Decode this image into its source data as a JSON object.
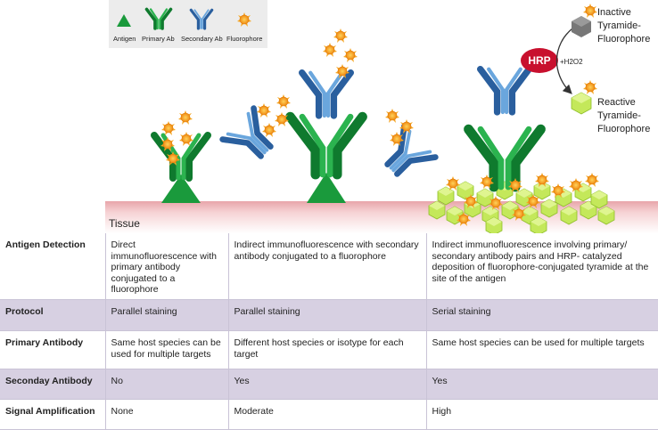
{
  "legend": {
    "antigen": "Antigen",
    "primary_ab": "Primary Ab",
    "secondary_ab": "Secondary Ab",
    "fluorophore": "Fluorophore"
  },
  "tissue_label": "Tissue",
  "hrp_label": "HRP",
  "h2o2_label": "+H2O2",
  "inactive_label": [
    "Inactive",
    "Tyramide-",
    "Fluorophore"
  ],
  "reactive_label": [
    "Reactive",
    "Tyramide-",
    "Fluorophore"
  ],
  "colors": {
    "antigen_green": "#1a9a3c",
    "primary_green": "#1e8f3d",
    "secondary_blue": "#3d7fc0",
    "fluorophore_orange": "#f5a623",
    "hrp_red": "#c8102e",
    "tyramide_gray": "#777777",
    "tyramide_green": "#b7e04a",
    "table_shade": "#d7d0e2"
  },
  "table": {
    "rows": [
      {
        "label": "Antigen Detection",
        "cells": [
          "Direct immunofluorescence with primary antibody conjugated to a fluorophore",
          "Indirect immunofluorescence with secondary antibody conjugated to a fluorophore",
          "Indirect immunofluorescence involving primary/ secondary antibody pairs and HRP- catalyzed deposition of fluorophore-conjugated tyramide at the site of the antigen"
        ]
      },
      {
        "label": "Protocol",
        "cells": [
          "Parallel staining",
          "Parallel staining",
          "Serial staining"
        ]
      },
      {
        "label": "Primary Antibody",
        "cells": [
          "Same host species can be used for multiple targets",
          "Different host species or isotype for each target",
          "Same host species can be used for multiple targets"
        ]
      },
      {
        "label": "Seconday Antibody",
        "cells": [
          "No",
          "Yes",
          "Yes"
        ]
      },
      {
        "label": "Signal Amplification",
        "cells": [
          "None",
          "Moderate",
          "High"
        ]
      }
    ]
  }
}
